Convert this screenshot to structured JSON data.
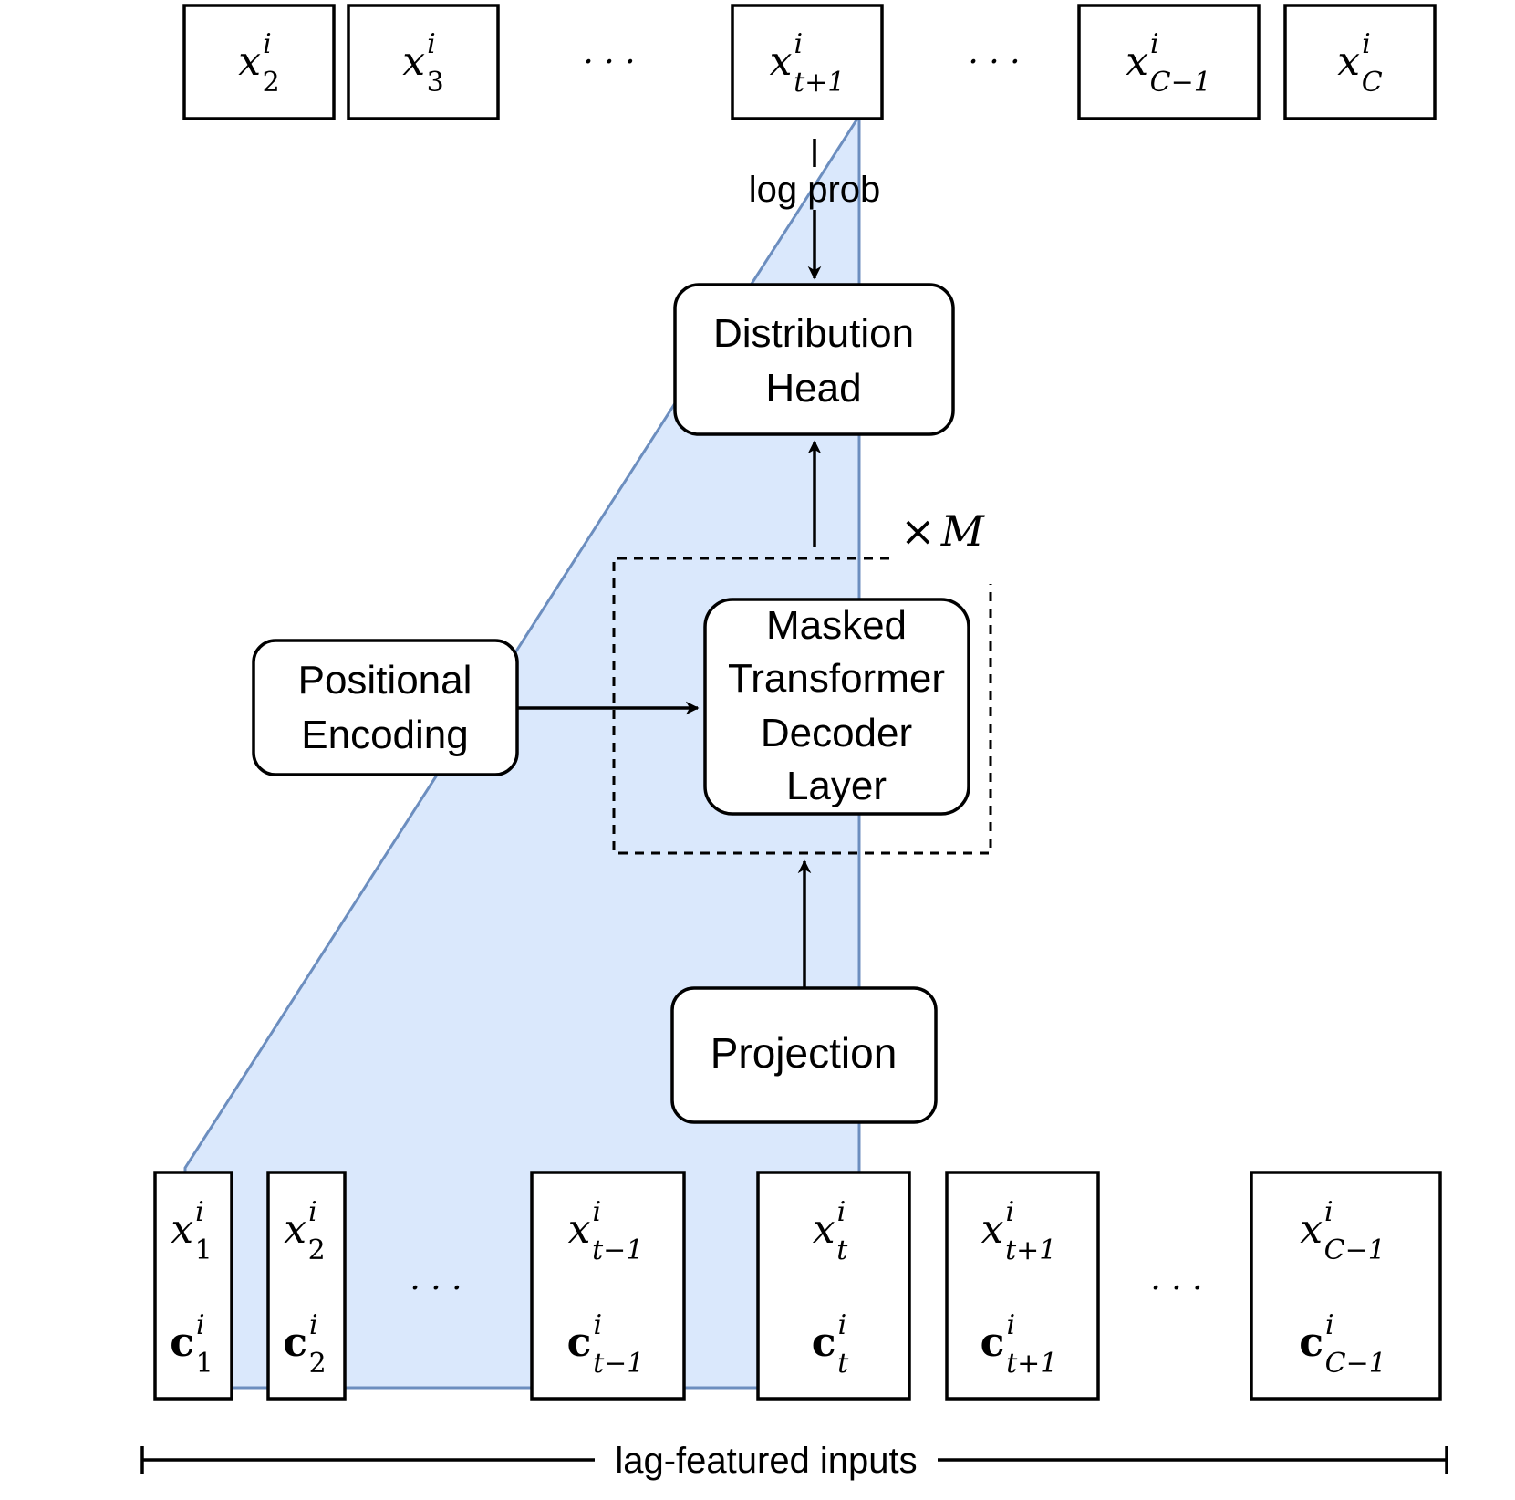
{
  "colors": {
    "region_fill": "#dae8fc",
    "region_stroke": "#6c8ebf",
    "stroke": "#000000",
    "background": "#ffffff"
  },
  "outputs": [
    {
      "base": "x",
      "sub": "2",
      "sup": "i"
    },
    {
      "base": "x",
      "sub": "3",
      "sup": "i"
    },
    {
      "base": "x",
      "sub": "t+1",
      "sup": "i"
    },
    {
      "base": "x",
      "sub": "C−1",
      "sup": "i"
    },
    {
      "base": "x",
      "sub": "C",
      "sup": "i"
    }
  ],
  "output_ellipsis": [
    "· · ·",
    "· · ·"
  ],
  "arrow_label": "log prob",
  "blocks": {
    "distribution_head": [
      "Distribution",
      "Head"
    ],
    "positional_encoding": [
      "Positional",
      "Encoding"
    ],
    "decoder_layer": [
      "Masked",
      "Transformer",
      "Decoder",
      "Layer"
    ],
    "projection": "Projection"
  },
  "repeat": {
    "prefix": "×",
    "var": "M"
  },
  "inputs": [
    {
      "x": {
        "base": "x",
        "sub": "1",
        "sup": "i"
      },
      "c": {
        "base": "c",
        "sub": "1",
        "sup": "i"
      }
    },
    {
      "x": {
        "base": "x",
        "sub": "2",
        "sup": "i"
      },
      "c": {
        "base": "c",
        "sub": "2",
        "sup": "i"
      }
    },
    {
      "x": {
        "base": "x",
        "sub": "t−1",
        "sup": "i"
      },
      "c": {
        "base": "c",
        "sub": "t−1",
        "sup": "i"
      }
    },
    {
      "x": {
        "base": "x",
        "sub": "t",
        "sup": "i"
      },
      "c": {
        "base": "c",
        "sub": "t",
        "sup": "i"
      }
    },
    {
      "x": {
        "base": "x",
        "sub": "t+1",
        "sup": "i"
      },
      "c": {
        "base": "c",
        "sub": "t+1",
        "sup": "i"
      }
    },
    {
      "x": {
        "base": "x",
        "sub": "C−1",
        "sup": "i"
      },
      "c": {
        "base": "c",
        "sub": "C−1",
        "sup": "i"
      }
    }
  ],
  "input_ellipsis": [
    "· · ·",
    "· · ·"
  ],
  "footer_label": "lag-featured inputs"
}
